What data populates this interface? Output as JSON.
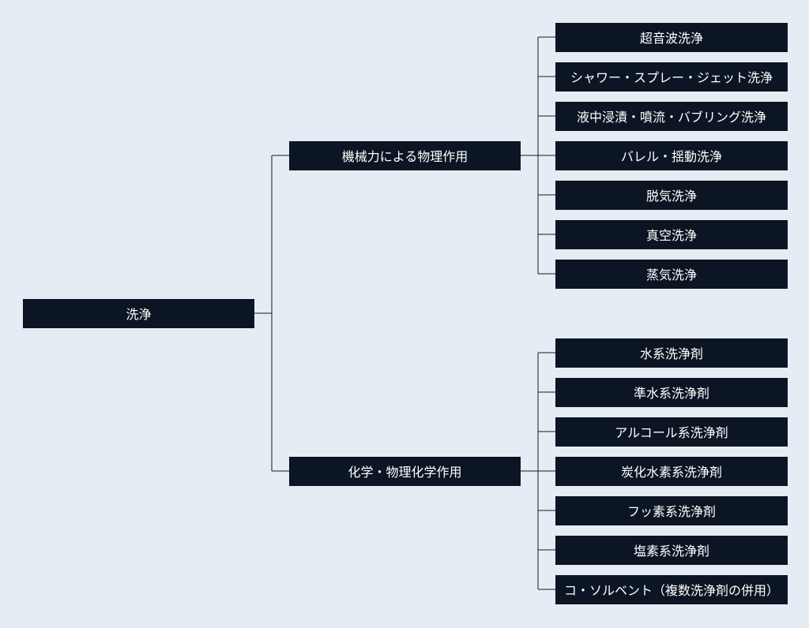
{
  "root": {
    "label": "洗浄"
  },
  "branches": [
    {
      "label": "機械力による物理作用",
      "children": [
        "超音波洗浄",
        "シャワー・スプレー・ジェット洗浄",
        "液中浸漬・噴流・バブリング洗浄",
        "バレル・揺動洗浄",
        "脱気洗浄",
        "真空洗浄",
        "蒸気洗浄"
      ]
    },
    {
      "label": "化学・物理化学作用",
      "children": [
        "水系洗浄剤",
        "準水系洗浄剤",
        "アルコール系洗浄剤",
        "炭化水素系洗浄剤",
        "フッ素系洗浄剤",
        "塩素系洗浄剤",
        "コ・ソルベント（複数洗浄剤の併用）"
      ]
    }
  ],
  "colors": {
    "background": "#e5ecf3",
    "node": "#0b1523",
    "node_text": "#ffffff",
    "line": "#1a1a1a"
  }
}
